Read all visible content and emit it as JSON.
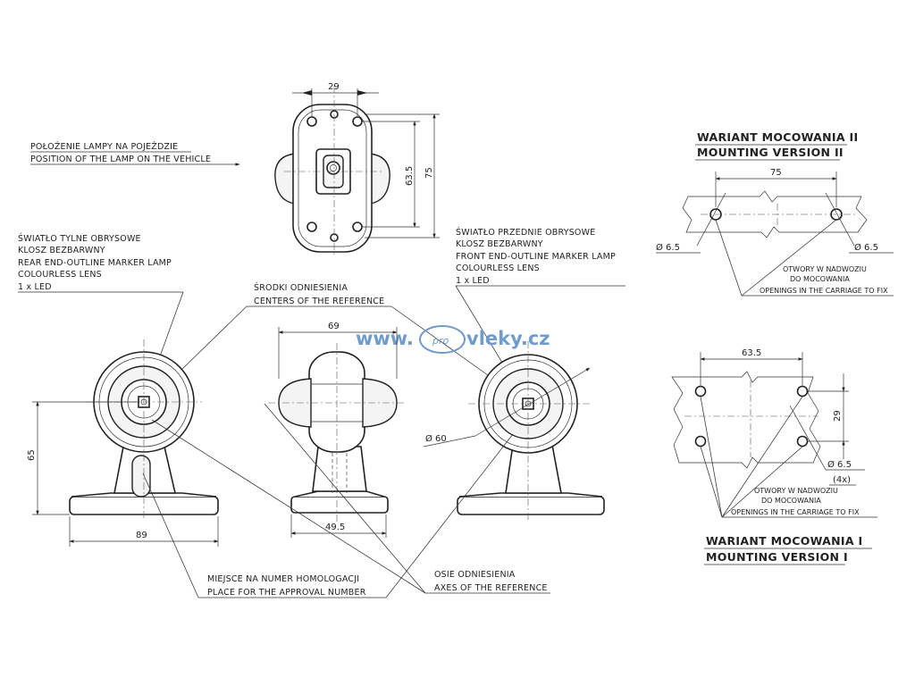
{
  "watermark": {
    "prefix": "www.",
    "pro": "pro",
    "suffix": "vleky.cz",
    "color": "#6f9ccd"
  },
  "callouts": {
    "position": {
      "pl": "POŁOŻENIE LAMPY NA POJEŹDZIE",
      "en": "POSITION OF THE LAMP ON THE VEHICLE"
    },
    "rear_lamp": {
      "pl_1": "ŚWIATŁO TYLNE OBRYSOWE",
      "pl_2": "KLOSZ BEZBARWNY",
      "en_1": "REAR END-OUTLINE MARKER LAMP",
      "en_2": "COLOURLESS LENS",
      "led": "1 x LED"
    },
    "front_lamp": {
      "pl_1": "ŚWIATŁO PRZEDNIE OBRYSOWE",
      "pl_2": "KLOSZ BEZBARWNY",
      "en_1": "FRONT END-OUTLINE MARKER LAMP",
      "en_2": "COLOURLESS LENS",
      "led": "1 x LED"
    },
    "centers": {
      "pl": "ŚRODKI ODNIESIENIA",
      "en": "CENTERS OF THE REFERENCE"
    },
    "approval": {
      "pl": "MIEJSCE NA NUMER HOMOLOGACJI",
      "en": "PLACE FOR THE APPROVAL NUMBER"
    },
    "axes": {
      "pl": "OSIE ODNIESIENIA",
      "en": "AXES OF THE REFERENCE"
    }
  },
  "dimensions": {
    "top_width": "29",
    "top_height": "63.5",
    "top_total": "75",
    "side_height": "65",
    "side_base": "89",
    "mid_width": "69",
    "mid_base": "49.5",
    "lens_diameter": "Ø 60"
  },
  "mounting_v2": {
    "title_pl": "WARIANT MOCOWANIA II",
    "title_en": "MOUNTING VERSION II",
    "spacing": "75",
    "hole_left": "Ø 6.5",
    "hole_right": "Ø 6.5",
    "note_1": "OTWORY W NADWOZIU",
    "note_2": "DO MOCOWANIA",
    "note_3": "OPENINGS IN THE CARRIAGE TO FIX"
  },
  "mounting_v1": {
    "title_pl": "WARIANT MOCOWANIA I",
    "title_en": "MOUNTING VERSION I",
    "spacing_x": "63.5",
    "spacing_y": "29",
    "hole": "Ø 6.5",
    "count": "(4x)",
    "note_1": "OTWORY W NADWOZIU",
    "note_2": "DO MOCOWANIA",
    "note_3": "OPENINGS IN THE CARRIAGE TO FIX"
  }
}
